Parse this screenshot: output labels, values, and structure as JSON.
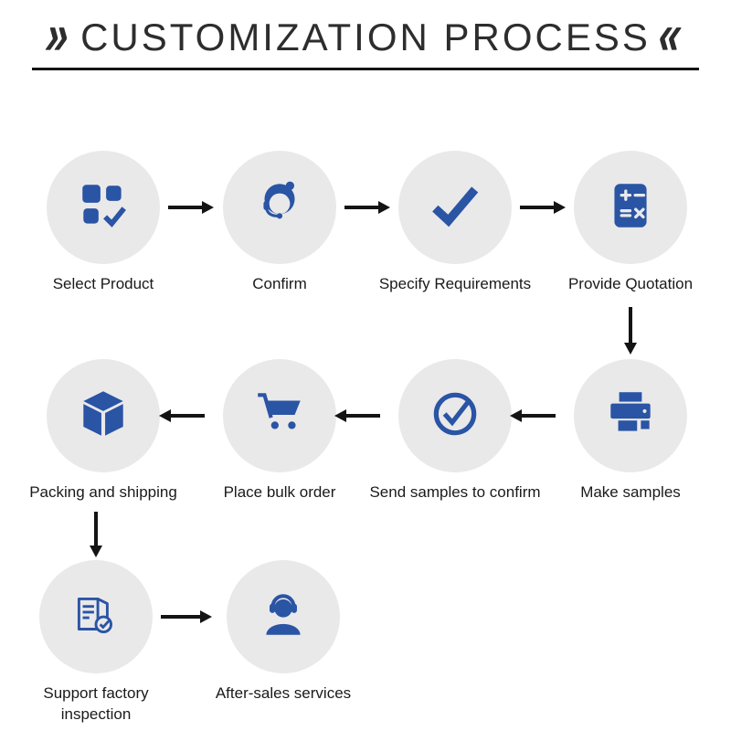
{
  "title": {
    "left_mark": "»",
    "text": "CUSTOMIZATION PROCESS",
    "right_mark": "«"
  },
  "colors": {
    "accent": "#2a54a4",
    "circle_bg": "#e9e9ea",
    "arrow": "#141414",
    "text": "#1a1a1a"
  },
  "steps": [
    {
      "id": 1,
      "label": "Select Product",
      "icon": "product-grid-check-icon"
    },
    {
      "id": 2,
      "label": "Confirm",
      "icon": "customer-service-icon"
    },
    {
      "id": 3,
      "label": "Specify Requirements",
      "icon": "checkmark-icon"
    },
    {
      "id": 4,
      "label": "Provide Quotation",
      "icon": "calculator-icon"
    },
    {
      "id": 5,
      "label": "Make samples",
      "icon": "printer-icon"
    },
    {
      "id": 6,
      "label": "Send samples to confirm",
      "icon": "circle-check-icon"
    },
    {
      "id": 7,
      "label": "Place bulk order",
      "icon": "shopping-cart-icon"
    },
    {
      "id": 8,
      "label": "Packing and shipping",
      "icon": "package-box-icon"
    },
    {
      "id": 9,
      "label": "Support factory inspection",
      "icon": "factory-inspection-icon"
    },
    {
      "id": 10,
      "label": "After-sales services",
      "icon": "headset-person-icon"
    }
  ]
}
